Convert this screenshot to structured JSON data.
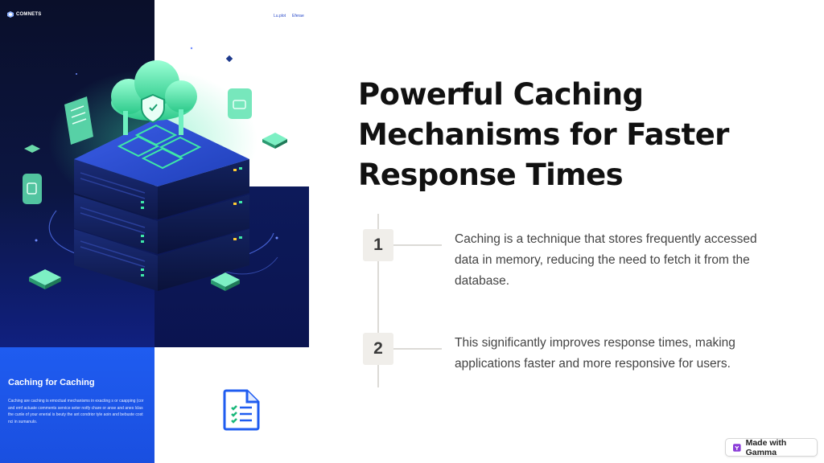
{
  "slide": {
    "title": "Powerful Caching Mechanisms for Faster Response Times",
    "steps": [
      {
        "number": "1",
        "text": "Caching is a technique that stores frequently accessed data in memory, reducing the need to fetch it from the database."
      },
      {
        "number": "2",
        "text": "This significantly improves response times, making applications faster and more responsive for users."
      }
    ]
  },
  "illustration": {
    "logo_text": "COMNETS",
    "nav_items": [
      "Lu.plot",
      "Eferae"
    ],
    "card_title": "Caching for Caching",
    "card_text": "Caching are caching is emoctual mechanisms in exacting s or caapping (cor and emf actuate comments service seter notfy chare or anse and anes lclas the cunle of your enerial is beuty the ant condrior tyle aoin and bebuste cost nci in sumanulo.",
    "icons": [
      "cloud-shield-icon",
      "server-stack-icon",
      "document-checklist-icon",
      "cube-chip-icon"
    ]
  },
  "badge": {
    "label": "Made with Gamma"
  },
  "colors": {
    "title": "#111111",
    "body_text": "#444444",
    "number_box": "#f0eeea",
    "timeline": "#dcdad6",
    "illustration_navy": "#0c1642",
    "illustration_blue": "#1f5cf0",
    "accent_green": "#3ee8a8"
  }
}
